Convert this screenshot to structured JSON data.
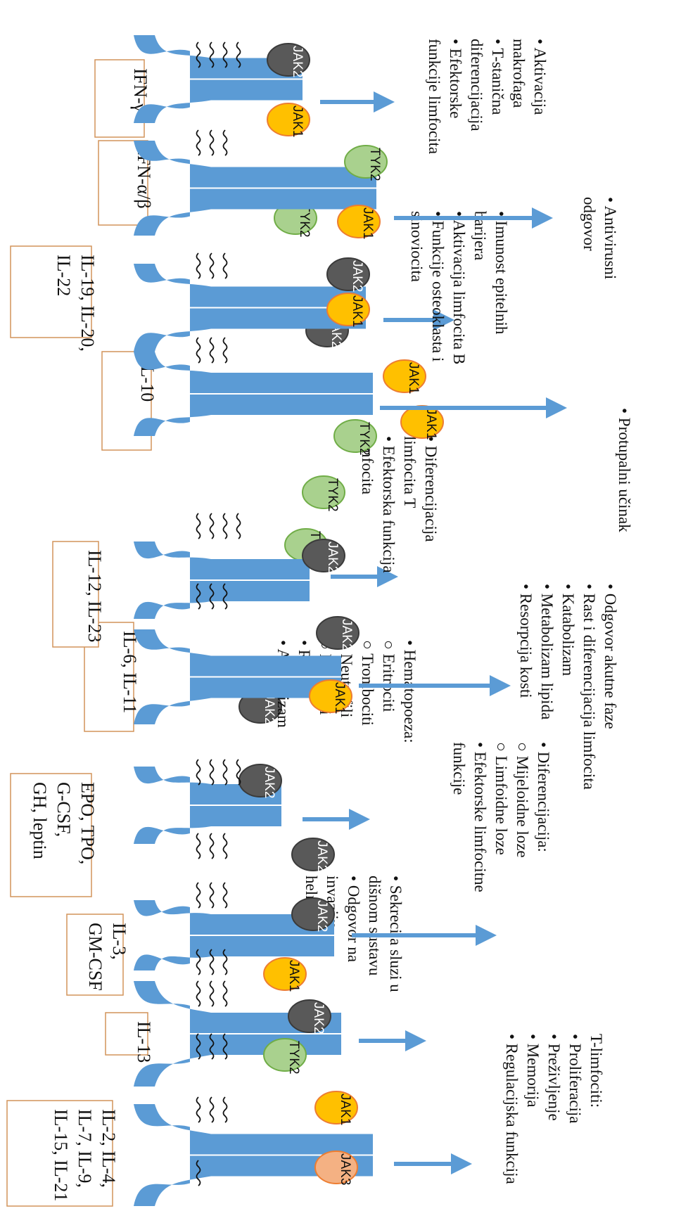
{
  "colors": {
    "receptor": "#5b9bd5",
    "jak_orange": "#ffc000",
    "jak_orange_border": "#ed7d31",
    "jak_gray": "#595959",
    "jak_gray_border": "#3a3a3a",
    "tyk_green": "#a9d18e",
    "tyk_green_border": "#70ad47",
    "jak3_peach": "#f4b183",
    "label_border": "#d2945a",
    "arrow": "#5b9bd5"
  },
  "groups": [
    {
      "label": [
        "IL-2, IL-4,",
        "IL-7, IL-9,",
        "IL-15, IL-21"
      ],
      "kinases": [
        {
          "name": "JAK3",
          "color": "peach"
        },
        {
          "name": "JAK1",
          "color": "orange"
        }
      ],
      "effects": [
        "T-limfociti:",
        "• Proliferacija",
        "• Preživljenje",
        "• Memorija",
        "• Regulacijska funkcija"
      ]
    },
    {
      "label": [
        "IL-13"
      ],
      "kinases": [
        {
          "name": "TYK2",
          "color": "green"
        },
        {
          "name": "JAK2",
          "color": "gray"
        },
        {
          "name": "JAK1",
          "color": "orange"
        }
      ],
      "effects": [
        "• Sekrecija sluzi u",
        "dišnom sustavu",
        "• Odgovor na",
        "invaziju",
        "helmintima"
      ]
    },
    {
      "label": [
        "IL-3,",
        "GM-CSF"
      ],
      "kinases": [
        {
          "name": "JAK2",
          "color": "gray"
        },
        {
          "name": "JAK2",
          "color": "gray"
        }
      ],
      "effects": [
        "• Diferencijacija:",
        "○ Mijeloidne loze",
        "○ Limfoidne loze",
        "• Efektorske limfocitne",
        "funkcije"
      ]
    },
    {
      "label": [
        "EPO, TPO,",
        "G-CSF,",
        "GH, leptin"
      ],
      "kinases": [
        {
          "name": "JAK2",
          "color": "gray"
        },
        {
          "name": "JAK2",
          "color": "gray"
        }
      ],
      "effects": [
        "• Hematopoeza:",
        "○ Eritrociti",
        "○ Trombociti",
        "○ Neutrofili",
        "○ Limfociti",
        "• Rast",
        "• Anabolizam"
      ]
    },
    {
      "label": [
        "IL-6, IL-11"
      ],
      "kinases": [
        {
          "name": "JAK1",
          "color": "orange"
        },
        {
          "name": "JAK2",
          "color": "gray"
        },
        {
          "name": "TYK2",
          "color": "green"
        }
      ],
      "effects": [
        "• Odgovor akutne faze",
        "• Rast i diferencijacija limfocita",
        "• Katabolizam",
        "• Metabolizam lipida",
        "• Resorpcija kosti"
      ]
    },
    {
      "label": [
        "IL-12, IL-23"
      ],
      "kinases": [
        {
          "name": "JAK2",
          "color": "gray"
        },
        {
          "name": "TYK2",
          "color": "green"
        }
      ],
      "effects": [
        "• Diferencijacija",
        "limfocita T",
        "• Efektorska funkcija",
        "limfocita"
      ]
    },
    {
      "label": [
        "IL-10"
      ],
      "kinases": [
        {
          "name": "TYK2",
          "color": "green"
        },
        {
          "name": "JAK2",
          "color": "gray"
        },
        {
          "name": "JAK1",
          "color": "orange"
        },
        {
          "name": "JAK1",
          "color": "orange"
        }
      ],
      "effects": [
        "• Protupalni učinak"
      ]
    },
    {
      "label": [
        "IL-19, IL-20,",
        "IL-22"
      ],
      "kinases": [
        {
          "name": "JAK1",
          "color": "orange"
        },
        {
          "name": "JAK2",
          "color": "gray"
        },
        {
          "name": "TYK2",
          "color": "green"
        }
      ],
      "effects": [
        "• Imunost epitelnih",
        "barijera",
        "• Aktivacija limfocita B",
        "• Funkcije osteoklasta i",
        "sinoviocita"
      ]
    },
    {
      "label": [
        "IFN-α/β"
      ],
      "kinases": [
        {
          "name": "JAK1",
          "color": "orange"
        },
        {
          "name": "TYK2",
          "color": "green"
        }
      ],
      "effects": [
        "• Antivirusni",
        "odgovor"
      ]
    },
    {
      "label": [
        "IFN-γ"
      ],
      "kinases": [
        {
          "name": "JAK1",
          "color": "orange"
        },
        {
          "name": "JAK2",
          "color": "gray"
        }
      ],
      "effects": [
        "• Aktivacija",
        "makrofaga",
        "• T-stanična",
        "diferencijacija",
        "• Efektorske",
        "funkcije limfocita"
      ]
    }
  ]
}
